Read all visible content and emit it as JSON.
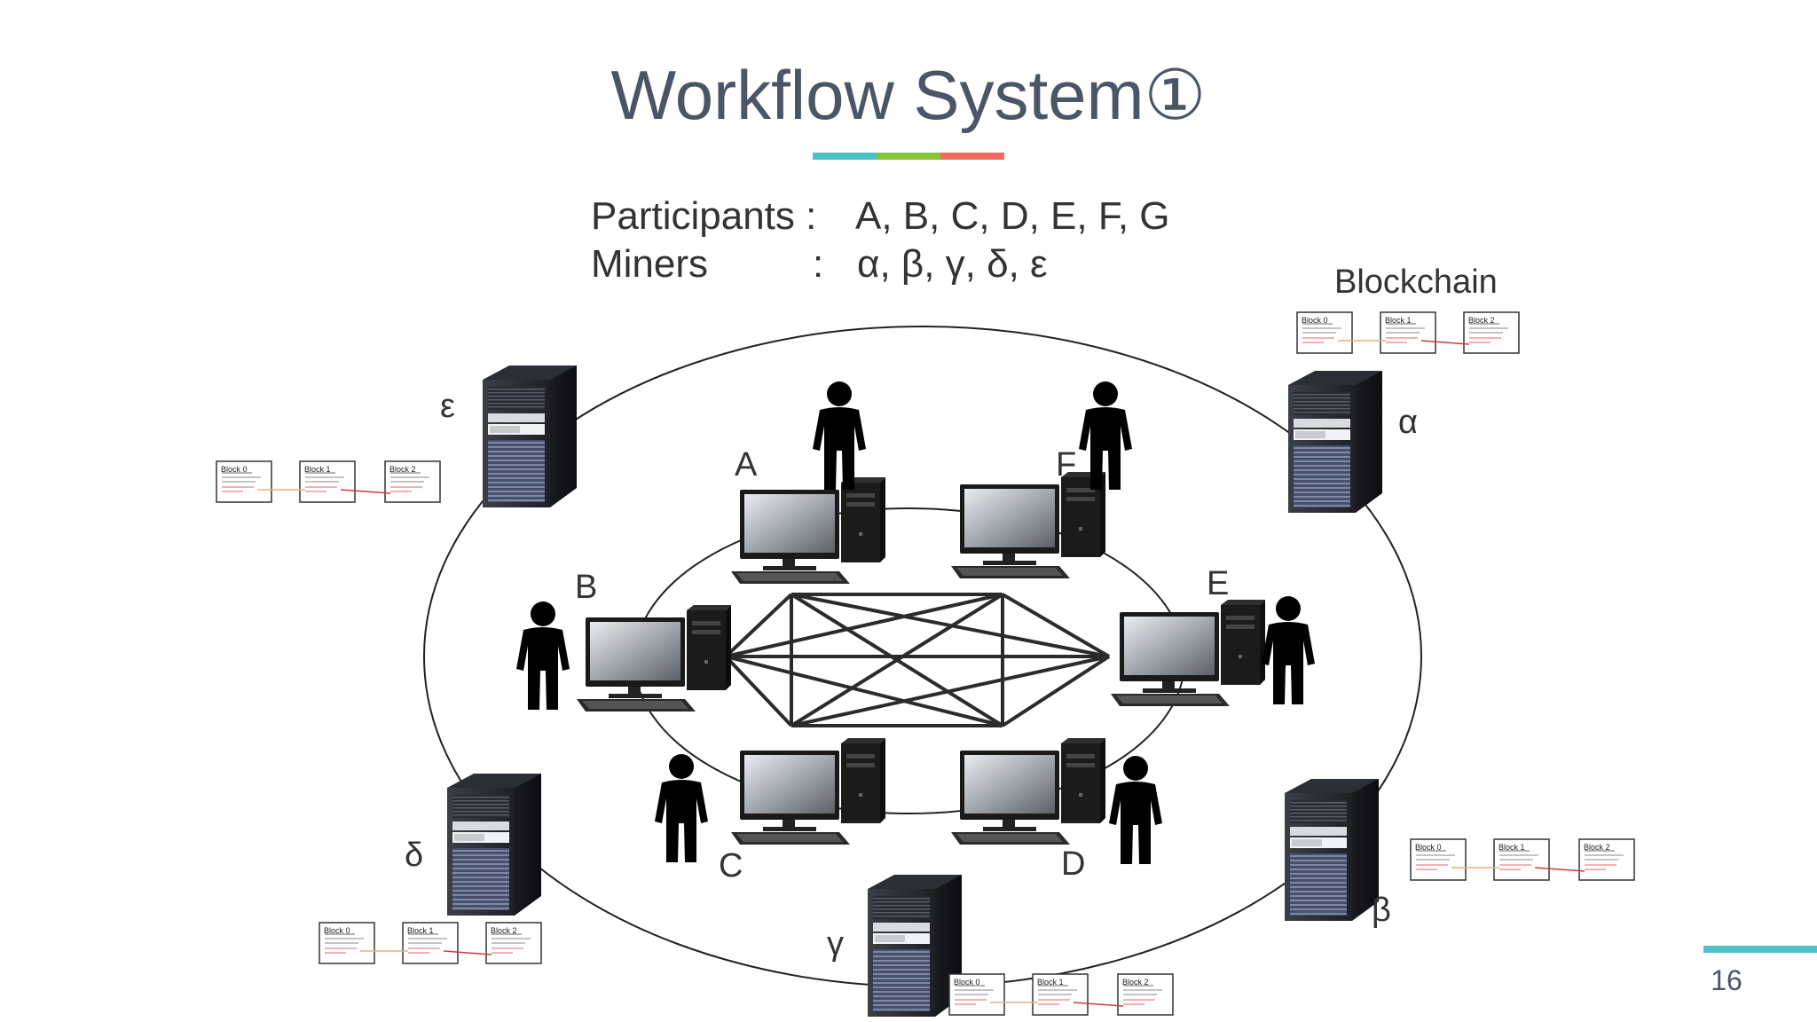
{
  "slide": {
    "title": "Workflow System①",
    "page_number": "16",
    "accent_colors": [
      "#4ec1c8",
      "#86c43a",
      "#f06b5e"
    ],
    "footer_accent": "#4ec1c8"
  },
  "info": {
    "participants_label": "Participants :",
    "participants_value": "A, B, C, D, E, F, G",
    "miners_label": "Miners",
    "miners_colon": ":",
    "miners_value": "α, β, γ, δ, ε"
  },
  "blockchain_label": "Blockchain",
  "participants": [
    {
      "label": "A"
    },
    {
      "label": "F"
    },
    {
      "label": "B"
    },
    {
      "label": "E"
    },
    {
      "label": "C"
    },
    {
      "label": "D"
    }
  ],
  "miners": [
    {
      "label": "ε"
    },
    {
      "label": "α"
    },
    {
      "label": "δ"
    },
    {
      "label": "β"
    },
    {
      "label": "γ"
    }
  ],
  "blocks": [
    "Block 0",
    "Block 1",
    "Block 2"
  ]
}
